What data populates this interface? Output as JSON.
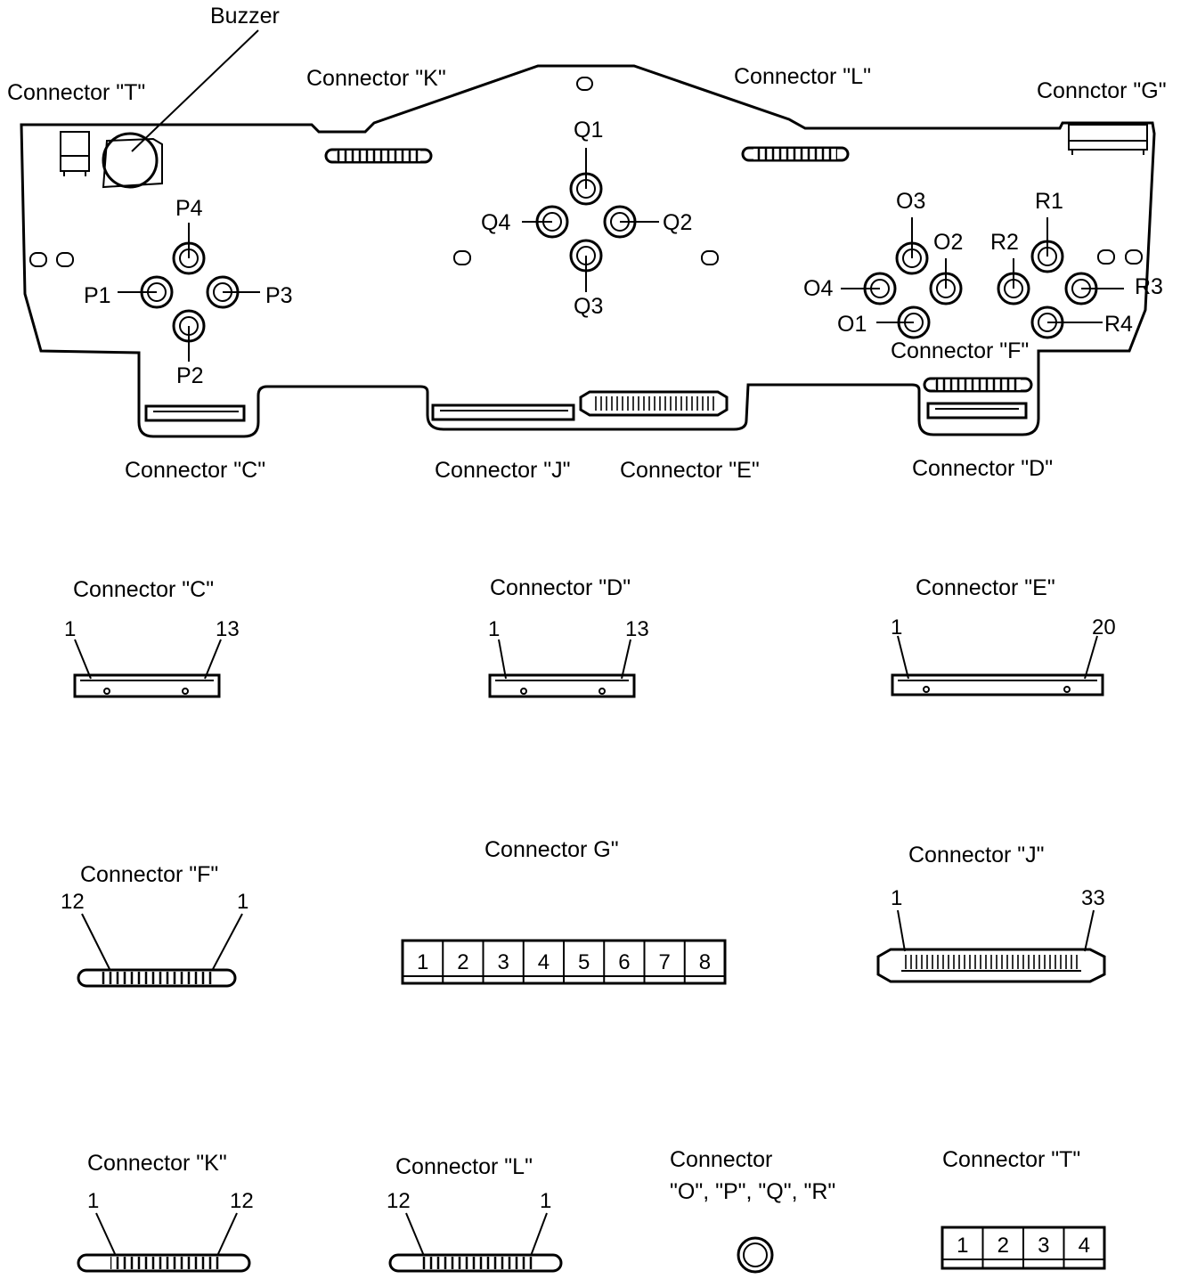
{
  "board": {
    "labels": {
      "buzzer": "Buzzer",
      "conn_t": "Connector \"T\"",
      "conn_k": "Connector \"K\"",
      "conn_l": "Connector \"L\"",
      "conn_g": "Connctor \"G\"",
      "conn_f": "Connector \"F\"",
      "conn_c": "Connector \"C\"",
      "conn_j": "Connector \"J\"",
      "conn_e": "Connector \"E\"",
      "conn_d": "Connector \"D\""
    },
    "pads": {
      "p1": "P1",
      "p2": "P2",
      "p3": "P3",
      "p4": "P4",
      "q1": "Q1",
      "q2": "Q2",
      "q3": "Q3",
      "q4": "Q4",
      "o1": "O1",
      "o2": "O2",
      "o3": "O3",
      "o4": "O4",
      "r1": "R1",
      "r2": "R2",
      "r3": "R3",
      "r4": "R4"
    }
  },
  "details": {
    "c": {
      "title": "Connector \"C\"",
      "pin_first": "1",
      "pin_last": "13"
    },
    "d": {
      "title": "Connector \"D\"",
      "pin_first": "1",
      "pin_last": "13"
    },
    "e": {
      "title": "Connector \"E\"",
      "pin_first": "1",
      "pin_last": "20"
    },
    "f": {
      "title": "Connector \"F\"",
      "pin_left": "12",
      "pin_right": "1"
    },
    "g": {
      "title": "Connector G\"",
      "pins": [
        "1",
        "2",
        "3",
        "4",
        "5",
        "6",
        "7",
        "8"
      ]
    },
    "j": {
      "title": "Connector \"J\"",
      "pin_first": "1",
      "pin_last": "33"
    },
    "k": {
      "title": "Connector \"K\"",
      "pin_left": "1",
      "pin_right": "12"
    },
    "l": {
      "title": "Connector \"L\"",
      "pin_left": "12",
      "pin_right": "1"
    },
    "opqr": {
      "title_line1": "Connector",
      "title_line2": "\"O\", \"P\", \"Q\", \"R\""
    },
    "t": {
      "title": "Connector \"T\"",
      "pins": [
        "1",
        "2",
        "3",
        "4"
      ]
    }
  }
}
